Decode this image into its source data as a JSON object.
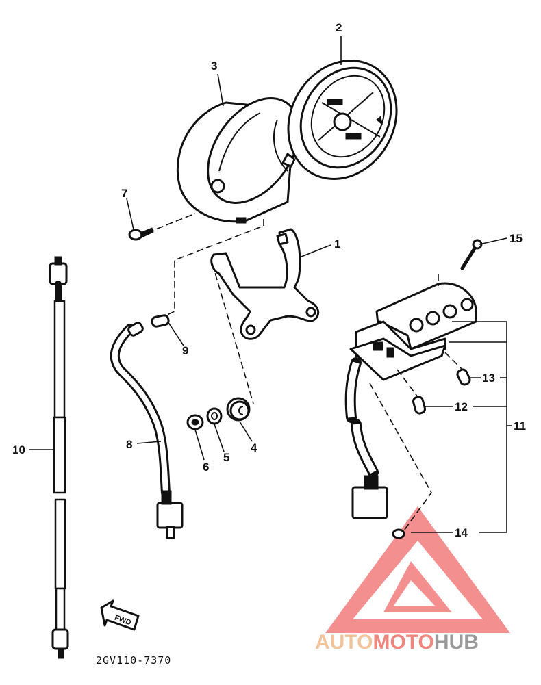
{
  "diagram": {
    "callouts": [
      "1",
      "2",
      "3",
      "4",
      "5",
      "6",
      "7",
      "8",
      "9",
      "10",
      "11",
      "12",
      "13",
      "14",
      "15"
    ],
    "part_code": "2GV110-7370",
    "arrow_label": "FWD"
  },
  "watermark": {
    "part1": "AUTO",
    "part2": "MOTO",
    "part3": "HUB",
    "colors": {
      "auto": "#f2c49b",
      "moto": "#f0877f",
      "hub": "#9a9a9a",
      "logo": "#ef6a6a"
    }
  }
}
